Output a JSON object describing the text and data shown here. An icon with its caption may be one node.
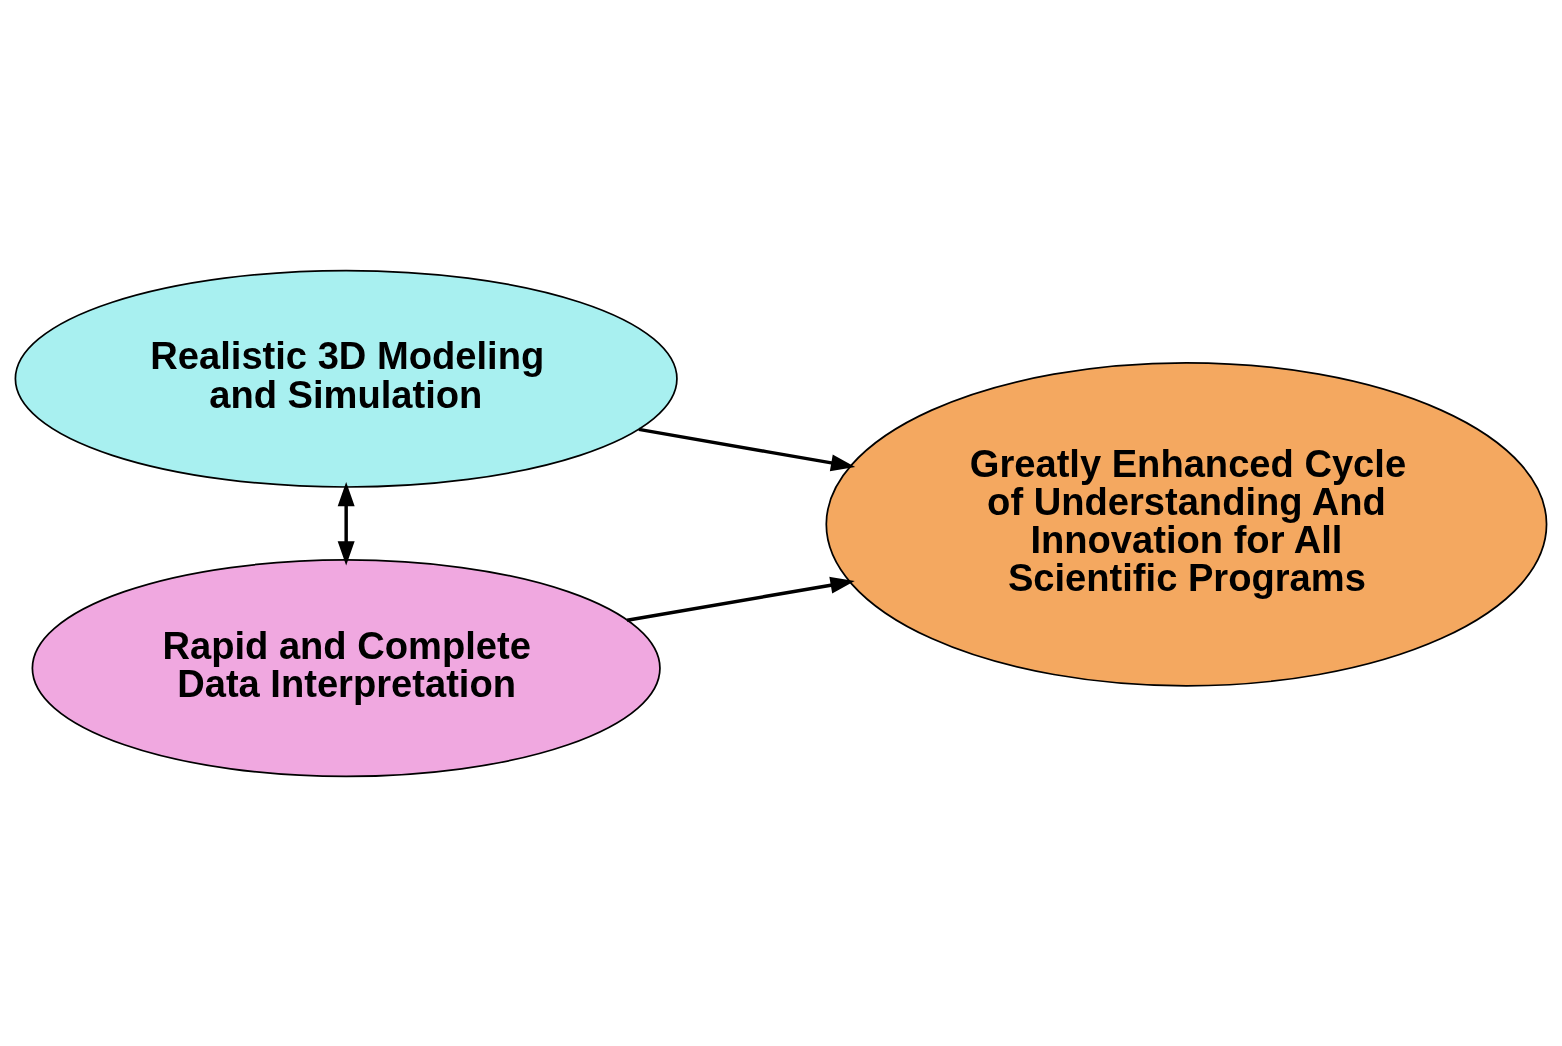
{
  "diagram": {
    "nodes": [
      {
        "text": [
          "Realistic 3D Modeling and Simulation"
        ]
      },
      {
        "text": [
          "Rapid and Complete Data Interpretation"
        ]
      },
      {
        "text": [
          "Greatly Enhanced Cycle of Understanding And Innovation for All Scientific Programs"
        ]
      }
    ],
    "edges": [
      {
        "from": 0,
        "to": 2,
        "arrow": "to"
      },
      {
        "from": 1,
        "to": 2,
        "arrow": "to"
      },
      {
        "from": 0,
        "to": 1,
        "arrow": "both"
      }
    ]
  }
}
